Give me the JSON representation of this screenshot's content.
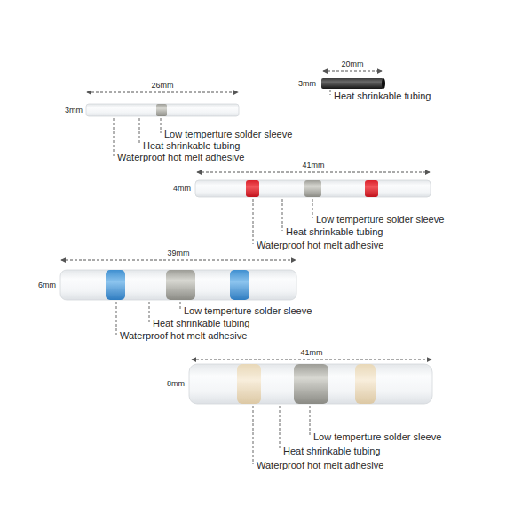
{
  "diagram": {
    "labels": [
      "20mm",
      "3mm",
      "Heat shrinkable tubing",
      "26mm",
      "3mm",
      "Low temperture solder sleeve",
      "Heat shrinkable tubing",
      "Waterproof hot melt adhesive",
      "41mm",
      "4mm",
      "Low temperture solder sleeve",
      "Heat shrinkable tubing",
      "Waterproof hot melt adhesive",
      "39mm",
      "6mm",
      "Low temperture solder sleeve",
      "Heat shrinkable tubing",
      "Waterproof hot melt adhesive",
      "41mm",
      "8mm",
      "Low temperture solder sleeve",
      "Heat shrinkable tubing",
      "Waterproof hot melt adhesive"
    ]
  }
}
